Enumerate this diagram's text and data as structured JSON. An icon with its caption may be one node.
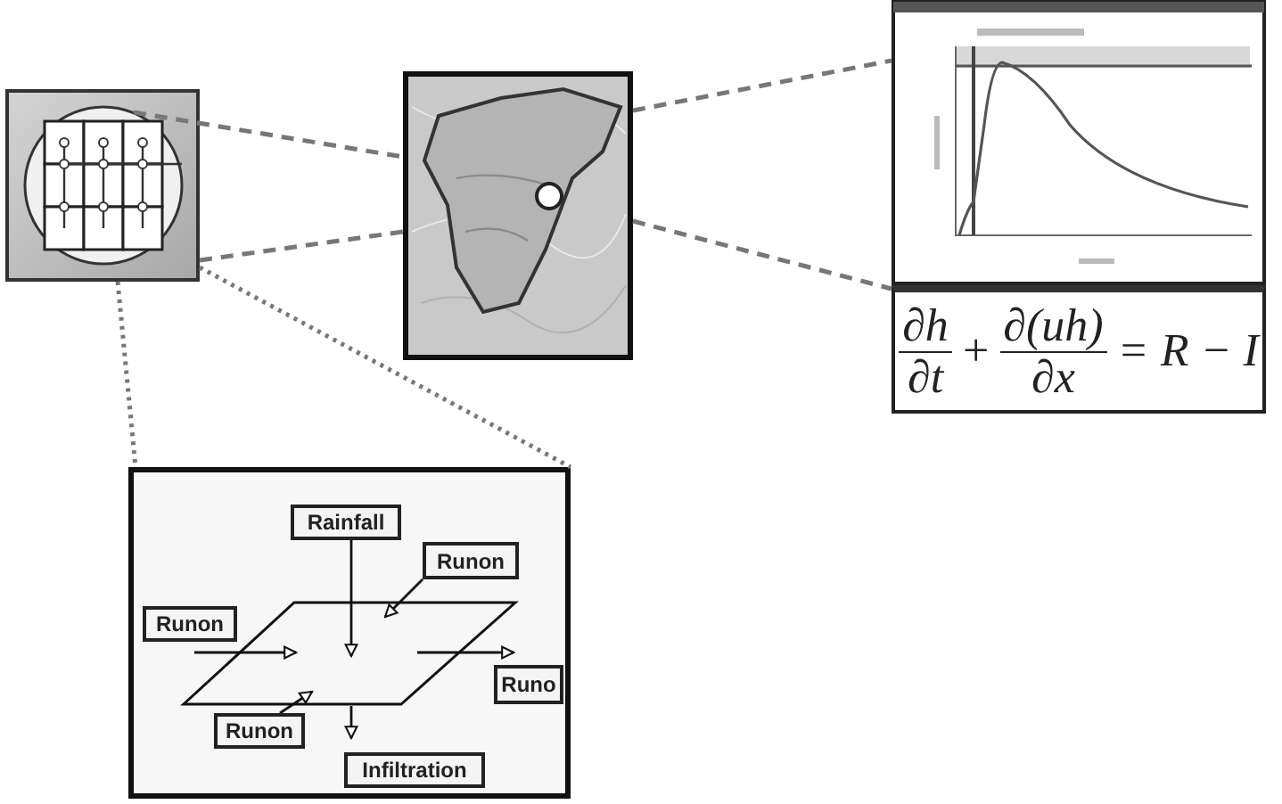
{
  "diagram": {
    "nodes": [
      {
        "text": [],
        "shape": "picture"
      },
      {
        "text": [],
        "shape": "picture"
      },
      {
        "text": [],
        "shape": "picture"
      },
      {
        "text": [
          "∂h",
          "∂t",
          "+",
          "∂(uh)",
          "∂x",
          "= R − I"
        ]
      },
      {
        "text": [],
        "shape": "box"
      },
      {
        "text": [
          "Rainfall"
        ],
        "in": 4
      },
      {
        "text": [
          "Runon"
        ],
        "in": 4
      },
      {
        "text": [
          "Runon"
        ],
        "in": 4
      },
      {
        "text": [],
        "shape": "parallelogram",
        "in": 4
      },
      {
        "text": [
          "Runo"
        ],
        "in": 4
      },
      {
        "text": [
          "Runon"
        ],
        "in": 4
      },
      {
        "text": [
          "Infiltration"
        ],
        "in": 4
      }
    ],
    "edges": [
      {
        "from": 0,
        "to": 1,
        "arrow": "none",
        "style": "dashed",
        "color": "#777777"
      },
      {
        "from": 0,
        "to": 1,
        "arrow": "none",
        "style": "dashed",
        "color": "#777777"
      },
      {
        "from": 1,
        "to": 2,
        "arrow": "none",
        "style": "dashed",
        "color": "#777777"
      },
      {
        "from": 1,
        "to": 3,
        "arrow": "none",
        "style": "dashed",
        "color": "#777777"
      },
      {
        "from": 0,
        "to": 4,
        "arrow": "none",
        "style": "dashed",
        "color": "#777777"
      },
      {
        "from": 0,
        "to": 4,
        "arrow": "none",
        "style": "dashed",
        "color": "#777777"
      },
      {
        "from": 5,
        "to": 8,
        "arrow": "to",
        "color": "#111111"
      },
      {
        "from": 6,
        "to": 8,
        "arrow": "to",
        "color": "#111111"
      },
      {
        "from": 7,
        "to": 8,
        "arrow": "to",
        "color": "#111111"
      },
      {
        "from": 8,
        "to": 9,
        "arrow": "to",
        "color": "#111111"
      },
      {
        "from": 10,
        "to": 8,
        "arrow": "to",
        "color": "#111111"
      },
      {
        "from": 8,
        "to": 11,
        "arrow": "to",
        "color": "#111111"
      }
    ]
  }
}
